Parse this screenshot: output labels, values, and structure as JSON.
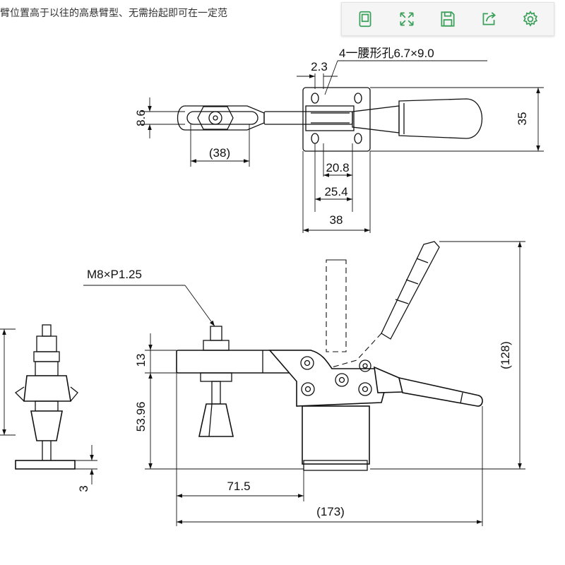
{
  "caption": "臂位置高于以往的高悬臂型、无需抬起即可在一定范",
  "toolbar": {
    "accent": "#3aa05a",
    "buttons": [
      {
        "name": "page-icon"
      },
      {
        "name": "fullscreen-icon"
      },
      {
        "name": "save-icon"
      },
      {
        "name": "share-icon"
      },
      {
        "name": "settings-icon"
      }
    ]
  },
  "dimensions": {
    "slot_holes": "4一腰形孔6.7×9.0",
    "d_2_3": "2.3",
    "d_8_6": "8.6",
    "d_38_paren": "(38)",
    "d_20_8": "20.8",
    "d_25_4": "25.4",
    "d_38": "38",
    "d_35": "35",
    "thread": "M8×P1.25",
    "d_13": "13",
    "d_53_96": "53.96",
    "d_128": "(128)",
    "d_71_5": "71.5",
    "d_173": "(173)",
    "d_3": "3"
  }
}
